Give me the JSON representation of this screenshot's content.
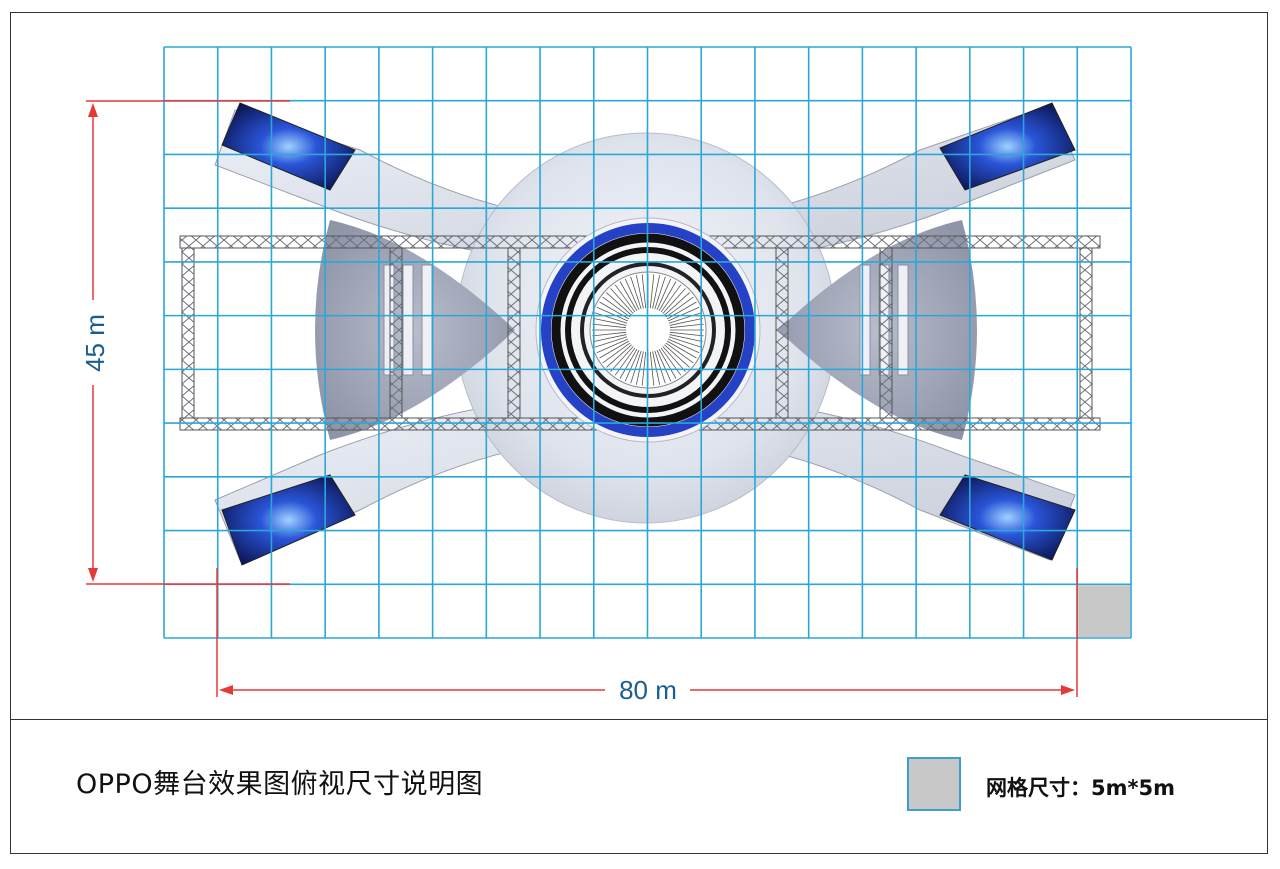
{
  "diagram": {
    "grid_columns": 18,
    "grid_rows": 11,
    "grid_unit_m": 5,
    "width_dimension_label": "80 m",
    "height_dimension_label": "45 m",
    "caption": "OPPO舞台效果图俯视尺寸说明图",
    "legend_label": "网格尺寸：5m*5m",
    "colors": {
      "grid_line": "#2aa7d8",
      "dimension_line": "#e53935",
      "dimension_text": "#1a5d94",
      "stage_light": "#e4e7ef",
      "stage_shadow": "#a9aebf",
      "screen": "#1c3fb8",
      "swatch": "#c8c8c8"
    }
  }
}
